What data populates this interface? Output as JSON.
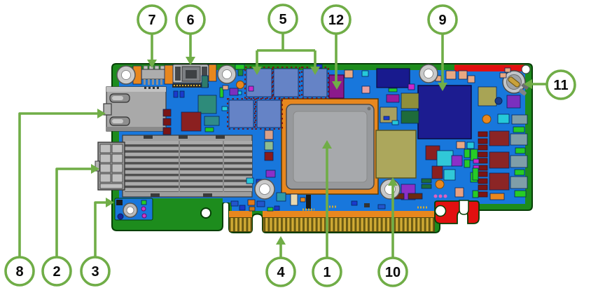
{
  "diagram": {
    "type": "pcb-hardware-callout-diagram",
    "callout_count": 12,
    "callouts": [
      {
        "label": "7"
      },
      {
        "label": "6"
      },
      {
        "label": "5"
      },
      {
        "label": "12"
      },
      {
        "label": "9"
      },
      {
        "label": "11"
      },
      {
        "label": "8"
      },
      {
        "label": "2"
      },
      {
        "label": "3"
      },
      {
        "label": "4"
      },
      {
        "label": "1"
      },
      {
        "label": "10"
      }
    ],
    "colors": {
      "callout_green": "#70AD47",
      "pcb_green": "#1D8C1D",
      "solder_mask_blue": "#1877DC",
      "edge_gold": "#D2AC35",
      "substrate_orange": "#E8871E",
      "red_accent": "#E21010",
      "heatsink_gray": "#ABABAB",
      "chip_gray": "#9B9DA0",
      "memory_blue": "#6583C6",
      "asic_navy": "#1C1C90"
    }
  }
}
